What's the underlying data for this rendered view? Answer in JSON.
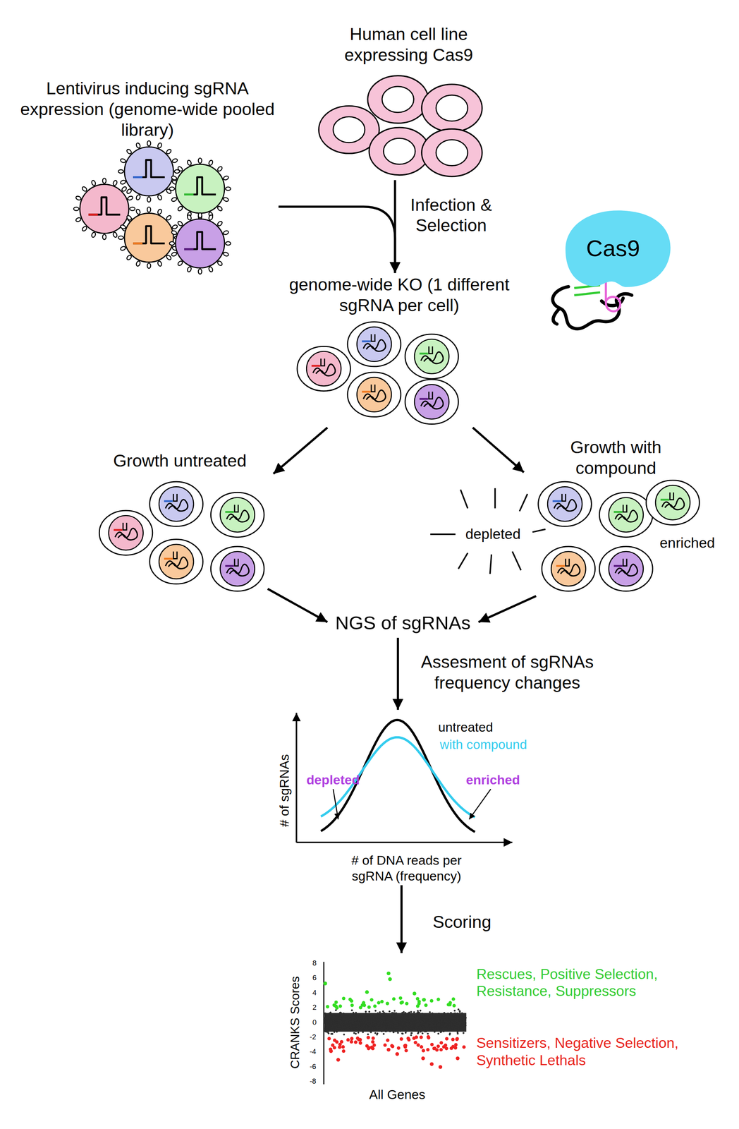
{
  "diagram": {
    "nodes": [
      {
        "text": [
          "Human cell line expressing Cas9"
        ]
      },
      {
        "text": [
          "Lentivirus inducing sgRNA expression (genome-wide pooled library)"
        ]
      },
      {
        "text": [
          "genome-wide KO (1 different sgRNA per cell)"
        ]
      },
      {
        "text": [
          "Cas9"
        ]
      },
      {
        "text": [
          "Growth untreated"
        ]
      },
      {
        "text": [
          "Growth with compound"
        ]
      },
      {
        "text": [
          "NGS of sgRNAs"
        ]
      },
      {
        "text": [
          "untreated",
          "with compound",
          "depleted",
          "enriched",
          "# of sgRNAs",
          "# of DNA reads per sgRNA (frequency)"
        ]
      },
      {
        "text": [
          "8",
          "6",
          "4",
          "2",
          "0",
          "-2",
          "-4",
          "-6",
          "-8",
          "CRANKS Scores",
          "All Genes"
        ]
      }
    ],
    "edges": [
      {
        "from": 0,
        "to": 2,
        "arrow": "to",
        "label": "Infection & Selection"
      },
      {
        "from": 1,
        "to": 2,
        "arrow": "to"
      },
      {
        "from": 2,
        "to": 4,
        "arrow": "to"
      },
      {
        "from": 2,
        "to": 5,
        "arrow": "to"
      },
      {
        "from": 4,
        "to": 6,
        "arrow": "to"
      },
      {
        "from": 5,
        "to": 6,
        "arrow": "to"
      },
      {
        "from": 6,
        "to": 7,
        "arrow": "to",
        "label": "Assesment of sgRNAs frequency changes"
      },
      {
        "from": 7,
        "to": 8,
        "arrow": "to",
        "label": "Scoring"
      }
    ],
    "labels": [
      "depleted",
      "enriched",
      "Rescues, Positive Selection, Resistance, Suppressors",
      "Sensitizers, Negative Selection, Synthetic Lethals"
    ]
  }
}
